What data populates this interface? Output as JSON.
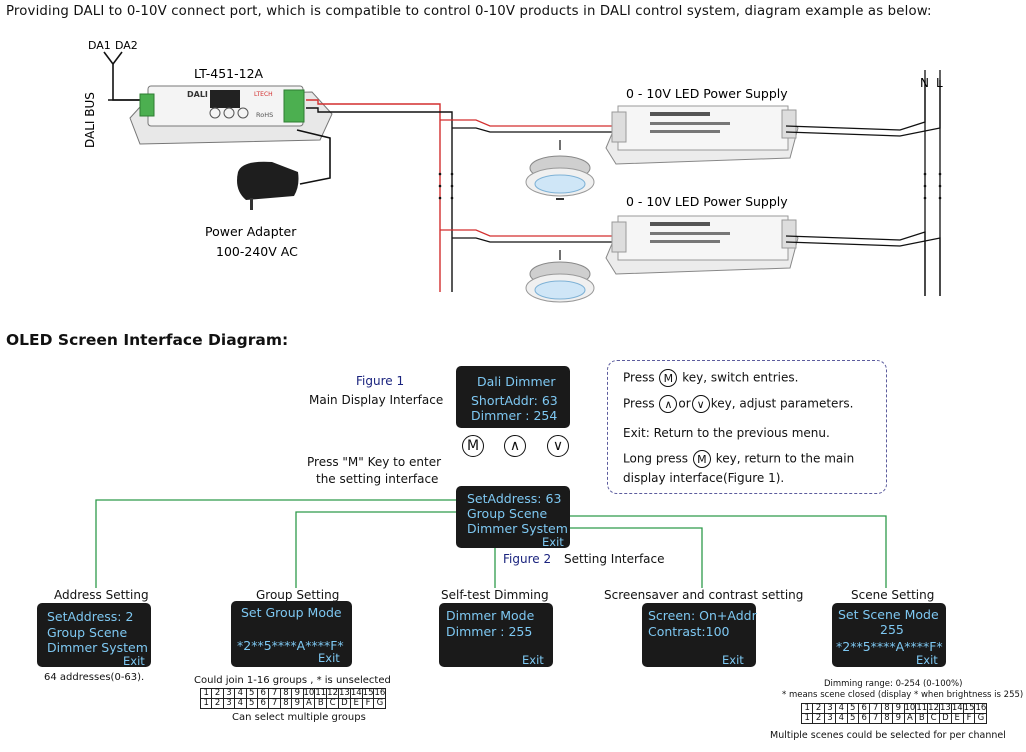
{
  "intro_text": "Providing DALI to 0-10V connect port, which is compatible to control 0-10V products in DALI control system, diagram example as below:",
  "wiring": {
    "da1": "DA1",
    "da2": "DA2",
    "dali_bus": "DALI BUS",
    "model": "LT-451-12A",
    "device_brand": "DALI",
    "device_logo": "LTECH",
    "device_rohs": "RoHS",
    "power_adapter": "Power Adapter",
    "power_adapter_spec": "100-240V AC",
    "psu_label_1": "0 - 10V  LED Power Supply",
    "psu_label_2": "0 - 10V  LED Power Supply",
    "mains_n": "N",
    "mains_l": "L"
  },
  "oled_heading": "OLED Screen Interface Diagram:",
  "figure1": {
    "caption": "Figure 1",
    "title": "Main Display Interface",
    "screen": {
      "line1": "Dali Dimmer",
      "line2": "ShortAddr:  63",
      "line3": "Dimmer   : 254"
    }
  },
  "keys": {
    "m": "M",
    "up": "∧",
    "down": "∨"
  },
  "press_m_text_1": "Press \"M\" Key to enter",
  "press_m_text_2": "the setting interface",
  "key_legend": {
    "line1_a": "Press",
    "line1_key": "M",
    "line1_b": "key,  switch entries.",
    "line2_a": "Press",
    "line2_key1": "∧",
    "line2_or": "or",
    "line2_key2": "∨",
    "line2_b": "key, adjust parameters.",
    "line3": "Exit: Return to the previous menu.",
    "line4_a": "Long press",
    "line4_key": "M",
    "line4_b": "key, return to the main",
    "line5": "display interface(Figure 1)."
  },
  "figure2": {
    "caption": "Figure 2",
    "title": "Setting Interface",
    "screen": {
      "line1": "SetAddress: 63",
      "line2": "Group   Scene",
      "line3": "Dimmer  System",
      "exit": "Exit"
    }
  },
  "settings": {
    "address": {
      "title": "Address Setting",
      "screen": {
        "line1": "SetAddress: 2",
        "line2": "Group   Scene",
        "line3": "Dimmer  System",
        "exit": "Exit"
      },
      "note": "64 addresses(0-63)."
    },
    "group": {
      "title": "Group Setting",
      "screen": {
        "line1": "Set Group Mode",
        "line2": "*2**5****A****F*",
        "exit": "Exit"
      },
      "note_top": "Could join 1-16 groups , * is unselected",
      "note_bottom": "Can select multiple groups"
    },
    "selftest": {
      "title": "Self-test Dimming",
      "screen": {
        "line1": "Dimmer  Mode",
        "line2": "Dimmer :  255",
        "exit": "Exit"
      }
    },
    "screensaver": {
      "title": "Screensaver and contrast setting",
      "screen": {
        "line1": "Screen: On+Addr",
        "line2": "Contrast:100",
        "exit": "Exit"
      }
    },
    "scene": {
      "title": "Scene Setting",
      "screen": {
        "line1": "Set Scene Mode",
        "line2": "255",
        "line3": "*2**5****A****F*",
        "exit": "Exit"
      },
      "note1": "Dimming range: 0-254 (0-100%)",
      "note2": "* means scene closed (display * when brightness is 255)",
      "note_bottom": "Multiple scenes could be selected for per channel"
    }
  },
  "grid_row1": [
    "1",
    "2",
    "3",
    "4",
    "5",
    "6",
    "7",
    "8",
    "9",
    "10",
    "11",
    "12",
    "13",
    "14",
    "15",
    "16"
  ],
  "grid_row2": [
    "1",
    "2",
    "3",
    "4",
    "5",
    "6",
    "7",
    "8",
    "9",
    "A",
    "B",
    "C",
    "D",
    "E",
    "F",
    "G"
  ],
  "colors": {
    "connector_line": "#2e9a4a",
    "oled_bg": "#1a1a1a",
    "oled_text": "#7ec8f2",
    "wire_red": "#d32f2f",
    "dashed_box": "#5c5c9e",
    "caption_blue": "#1a237e"
  }
}
